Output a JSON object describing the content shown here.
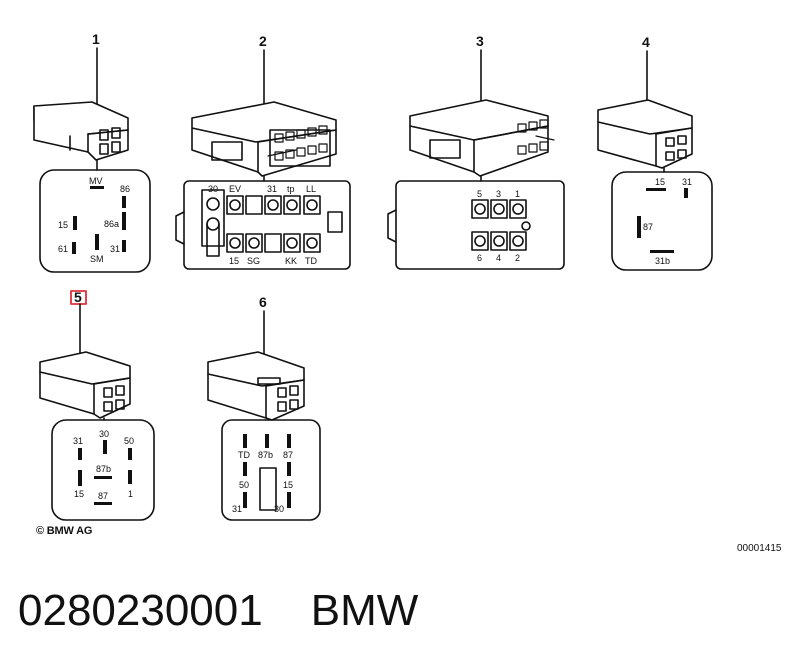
{
  "diagram": {
    "relays": [
      {
        "number": "1",
        "pins": [
          "MV",
          "86",
          "15",
          "86a",
          "61",
          "31",
          "SM"
        ]
      },
      {
        "number": "2",
        "pins_top": [
          "30",
          "EV",
          "31",
          "tp",
          "LL"
        ],
        "pins_bottom": [
          "15",
          "SG",
          "KK",
          "TD"
        ]
      },
      {
        "number": "3",
        "pins_top": [
          "5",
          "3",
          "1"
        ],
        "pins_bottom": [
          "6",
          "4",
          "2"
        ]
      },
      {
        "number": "4",
        "pins": [
          "15",
          "31",
          "87",
          "31b"
        ]
      },
      {
        "number": "5",
        "pins": [
          "31",
          "30",
          "50",
          "87b",
          "15",
          "87",
          "1"
        ]
      },
      {
        "number": "6",
        "pins": [
          "TD",
          "87b",
          "87",
          "50",
          "15",
          "31",
          "30"
        ]
      }
    ],
    "copyright": "© BMW AG",
    "ref_code": "00001415"
  },
  "footer": {
    "part_number": "0280230001",
    "brand": "BMW"
  },
  "colors": {
    "highlight": "#e0303a",
    "ink": "#111111"
  }
}
